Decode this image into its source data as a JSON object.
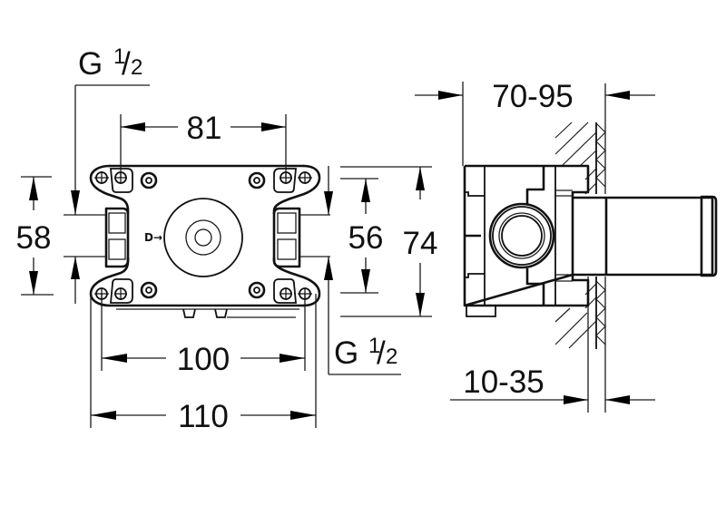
{
  "drawing": {
    "title": "Concealed body installation dimensions",
    "units": "mm",
    "line_color": "#111111",
    "background_color": "#ffffff"
  },
  "front_view": {
    "dimensions": {
      "mount_hole_spacing": "81",
      "inlet_spacing_left": "58",
      "inlet_spacing_right": "56",
      "plate_height": "74",
      "inner_width": "100",
      "overall_width": "110"
    },
    "thread_callouts": {
      "top_left": {
        "letter": "G",
        "numerator": "1",
        "slash": "/",
        "denominator": "2"
      },
      "bottom_right": {
        "letter": "G",
        "numerator": "1",
        "slash": "/",
        "denominator": "2"
      }
    },
    "flow_marker": "D→",
    "flow_marker_icon": "flow-direction-arrow-icon"
  },
  "side_view": {
    "dimensions": {
      "installation_depth": "70-95",
      "wall_covering": "10-35"
    }
  }
}
